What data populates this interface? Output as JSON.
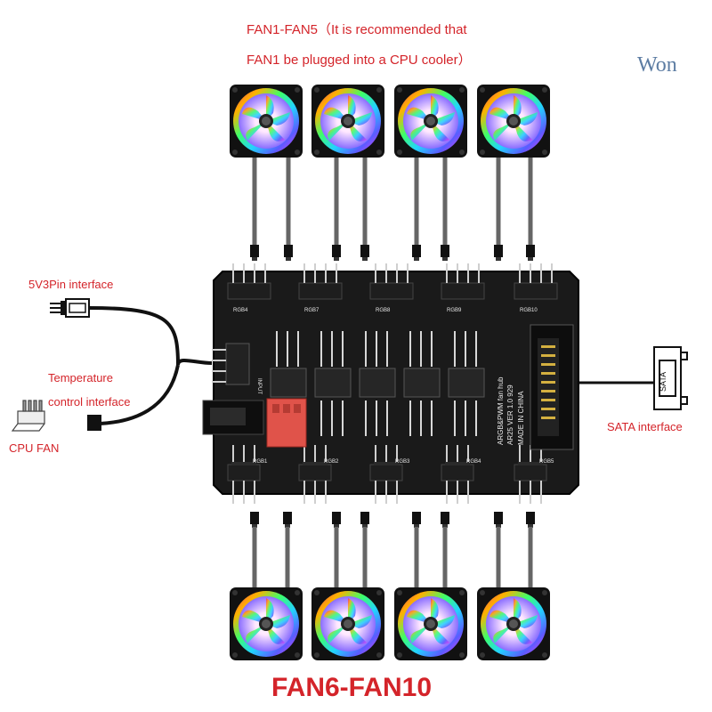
{
  "header": {
    "line1": "FAN1-FAN5（It is recommended that",
    "line2": "FAN1 be plugged into a CPU cooler）"
  },
  "watermark": "Won",
  "labels": {
    "pin_interface": "5V3Pin interface",
    "temperature_line1": "Temperature",
    "temperature_line2": "control interface",
    "cpu_fan": "CPU FAN",
    "sata_interface": "SATA interface",
    "sata_plug": "SATA"
  },
  "footer": {
    "title": "FAN6-FAN10"
  },
  "board": {
    "print_line1": "ARGB&PWM fan hub",
    "print_line2": "AR25 VER 1.0 929",
    "print_line3": "MADE IN CHINA",
    "input_label": "INPUT",
    "top_headers": [
      "RGB4",
      "RGB7",
      "RGB8",
      "RGB9",
      "RGB10"
    ],
    "bottom_headers": [
      "RGB1",
      "RGB2",
      "RGB3",
      "RGB4",
      "RGB5"
    ]
  },
  "colors": {
    "accent_red": "#d4242a",
    "board": "#1a1a1a",
    "connector_red": "#e0534a",
    "watermark": "#5d7da3"
  },
  "icons": [
    "fan-icon",
    "3pin-connector-icon",
    "sata-plug-icon",
    "cpu-fan-header-icon"
  ]
}
